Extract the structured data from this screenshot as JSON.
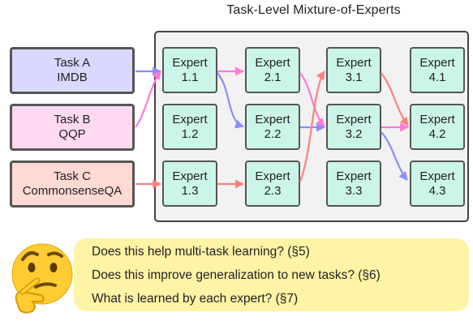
{
  "title": "Task-Level Mixture-of-Experts",
  "tasks": [
    {
      "line1": "Task A",
      "line2": "IMDB"
    },
    {
      "line1": "Task B",
      "line2": "QQP"
    },
    {
      "line1": "Task C",
      "line2": "CommonsenseQA"
    }
  ],
  "expert_label": "Expert",
  "experts": [
    [
      "1.1",
      "1.2",
      "1.3"
    ],
    [
      "2.1",
      "2.2",
      "2.3"
    ],
    [
      "3.1",
      "3.2",
      "3.3"
    ],
    [
      "4.1",
      "4.2",
      "4.3"
    ]
  ],
  "colors": {
    "task_a": "#8c8cff",
    "task_b": "#ff7ad9",
    "task_c": "#ff8080"
  },
  "questions": [
    "Does this help multi-task learning? (§5)",
    "Does this improve generalization to new tasks? (§6)",
    "What is learned by each expert? (§7)"
  ],
  "icon": "thinking-face-icon"
}
